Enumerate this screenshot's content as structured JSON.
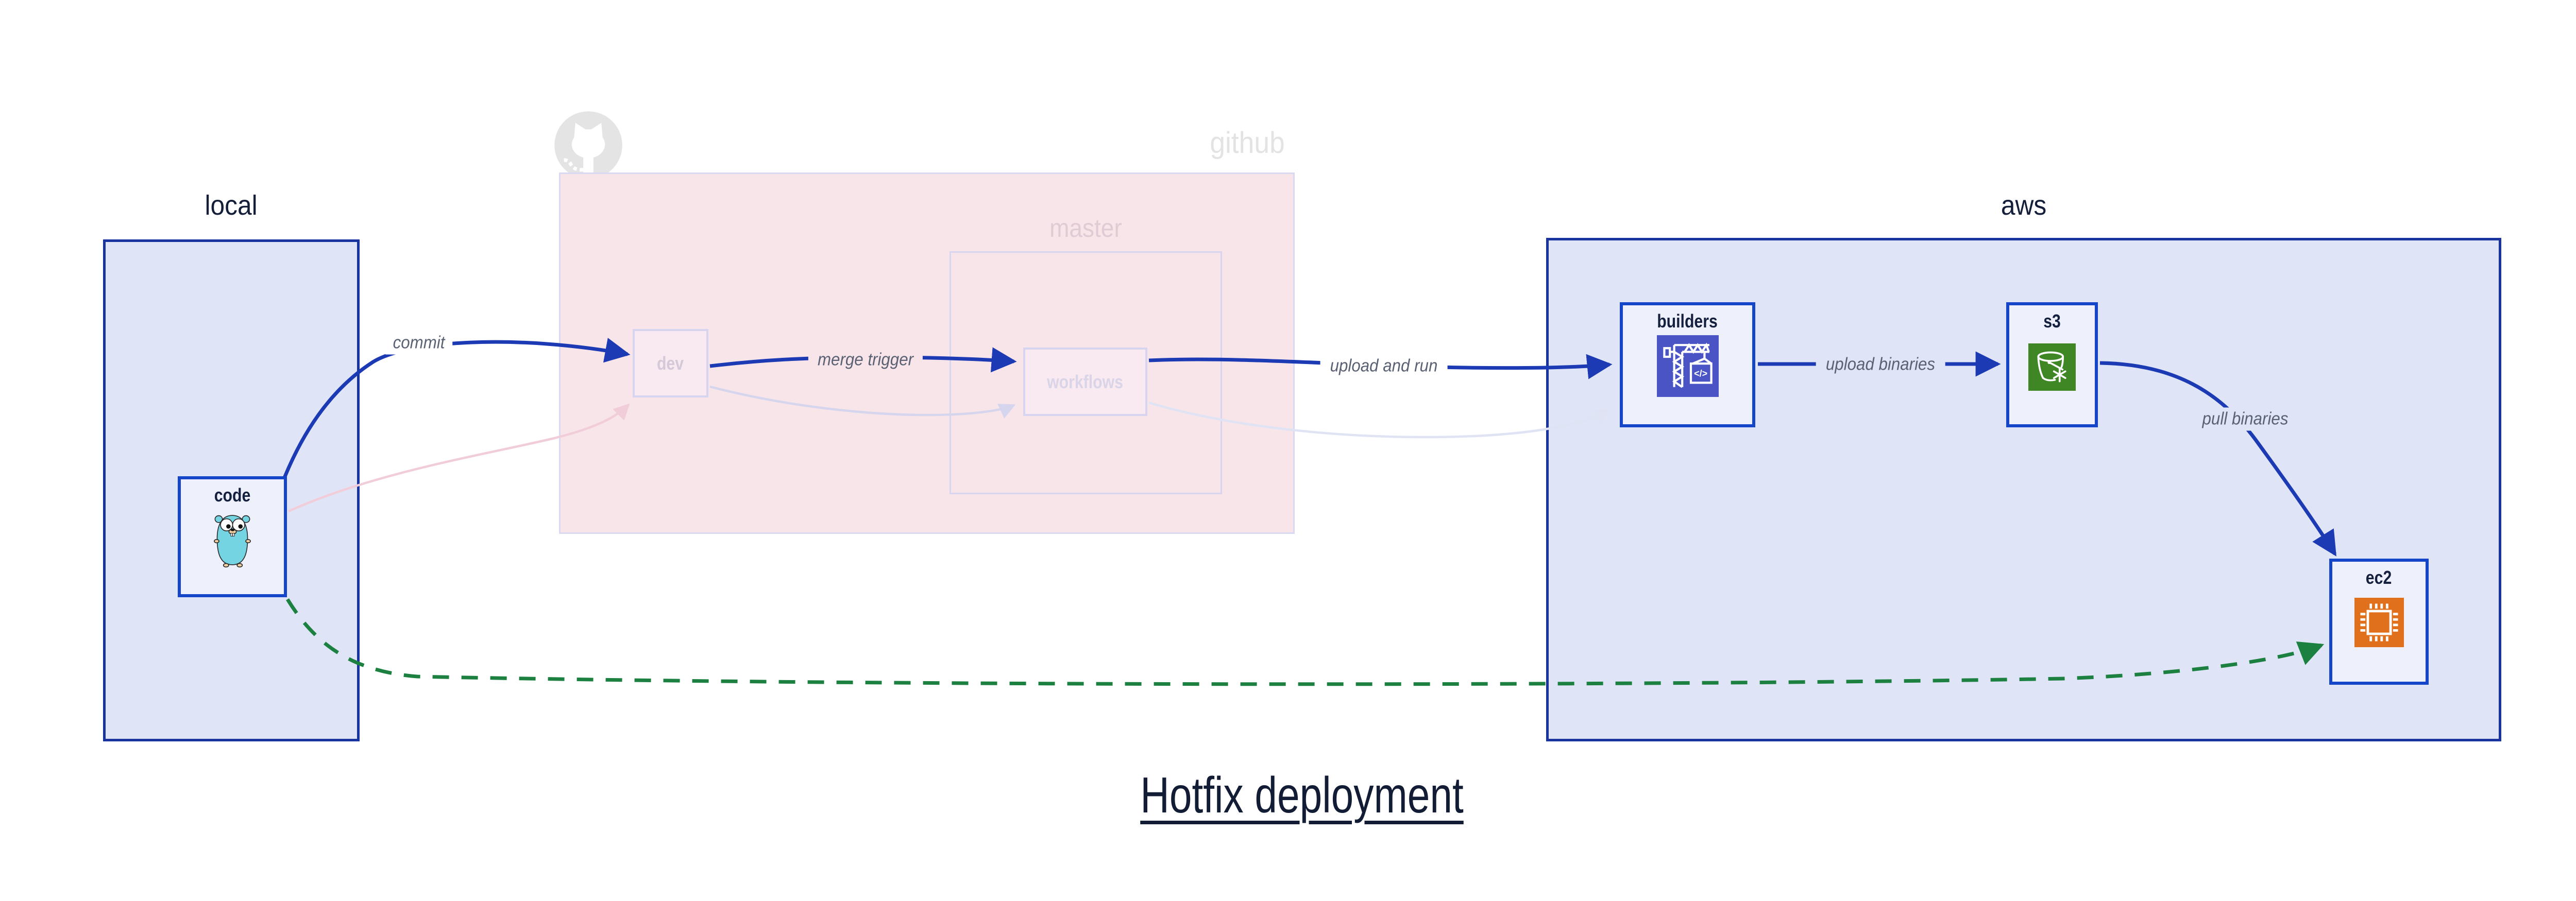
{
  "title": {
    "text": "Hotfix deployment"
  },
  "clusters": {
    "local": {
      "label": "local"
    },
    "github": {
      "label": "github"
    },
    "master": {
      "label": "master"
    },
    "aws": {
      "label": "aws"
    }
  },
  "nodes": {
    "code": {
      "label": "code",
      "icon": "gopher-icon"
    },
    "dev": {
      "label": "dev",
      "icon": null
    },
    "workflows": {
      "label": "workflows",
      "icon": null
    },
    "builders": {
      "label": "builders",
      "icon": "codebuild-crane-icon"
    },
    "s3": {
      "label": "s3",
      "icon": "s3-bucket-icon"
    },
    "ec2": {
      "label": "ec2",
      "icon": "ec2-chip-icon"
    }
  },
  "edges": {
    "commit": {
      "label": "commit",
      "style": "solid-blue"
    },
    "merge_trigger": {
      "label": "merge trigger",
      "style": "solid-blue"
    },
    "upload_and_run": {
      "label": "upload and run",
      "style": "solid-blue"
    },
    "upload_binaries": {
      "label": "upload binaries",
      "style": "solid-blue"
    },
    "pull_binaries": {
      "label": "pull binaries",
      "style": "solid-blue"
    },
    "hotfix_path": {
      "label": "",
      "style": "dashed-green"
    },
    "ghost_code_dev": {
      "label": "",
      "style": "faded-pink"
    },
    "ghost_dev_workflows": {
      "label": "",
      "style": "faded-lavender"
    },
    "ghost_workflows_builders": {
      "label": "",
      "style": "faded-lightblue"
    }
  },
  "colors": {
    "cluster_blue_fill": "#dfe5f7",
    "cluster_blue_border": "#19339f",
    "node_fill": "#eef1fc",
    "node_border": "#1545c8",
    "github_pink_fill": "#f8e5ea",
    "github_border": "#d9daf2",
    "arrow_blue": "#1b3ab4",
    "arrow_green": "#1c8040",
    "ghost_pink": "#f1ccd9",
    "ghost_lavender": "#d6d5ee",
    "ghost_lightblue": "#dfe3f4",
    "navy_text": "#141e38",
    "edge_label_gray": "#5a6173",
    "codebuild_icon_bg": "#4a54c4",
    "s3_icon_bg": "#3f8624",
    "ec2_icon_bg": "#e1701c",
    "gopher_teal": "#74d4e2",
    "github_logo_gray": "#e4e4e4"
  }
}
